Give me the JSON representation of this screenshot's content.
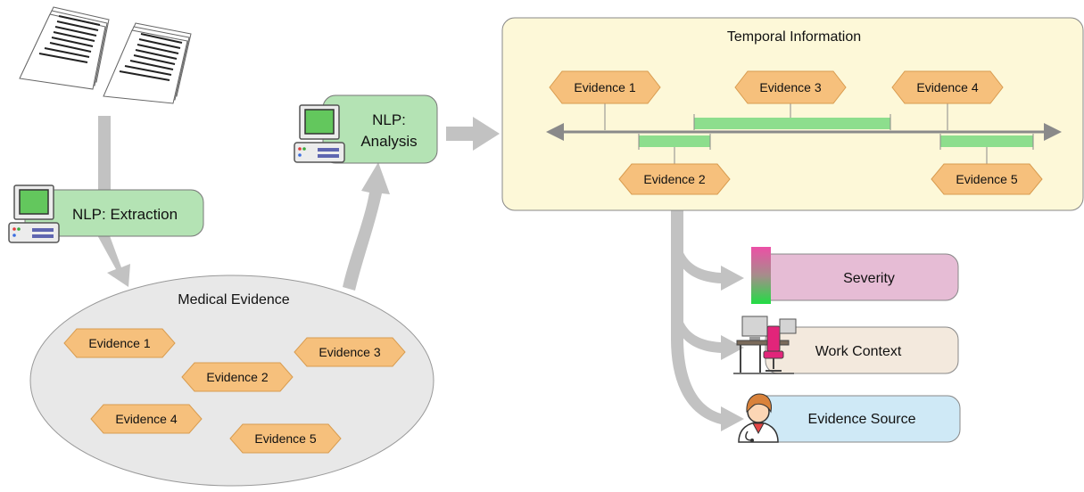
{
  "extraction": {
    "label": "NLP: Extraction"
  },
  "analysis": {
    "line1": "NLP:",
    "line2": "Analysis"
  },
  "medical_evidence": {
    "title": "Medical Evidence",
    "items": [
      "Evidence 1",
      "Evidence 2",
      "Evidence 3",
      "Evidence 4",
      "Evidence 5"
    ]
  },
  "temporal": {
    "title": "Temporal Information",
    "items": [
      "Evidence 1",
      "Evidence 2",
      "Evidence 3",
      "Evidence 4",
      "Evidence 5"
    ]
  },
  "attributes": {
    "severity": "Severity",
    "work_context": "Work Context",
    "evidence_source": "Evidence Source"
  },
  "colors": {
    "hexagon": "#f6c07c",
    "nlp_box": "#b4e3b4",
    "timeline_bar": "#8dde8d",
    "temporal_panel": "#fdf8d8",
    "severity_box": "#e6bcd5",
    "work_box": "#f3e9dd",
    "source_box": "#cfe9f6",
    "arrow": "#c2c2c2"
  },
  "icons": [
    "document-stack-icon",
    "computer-icon",
    "severity-gradient-icon",
    "office-desk-icon",
    "doctor-icon"
  ]
}
